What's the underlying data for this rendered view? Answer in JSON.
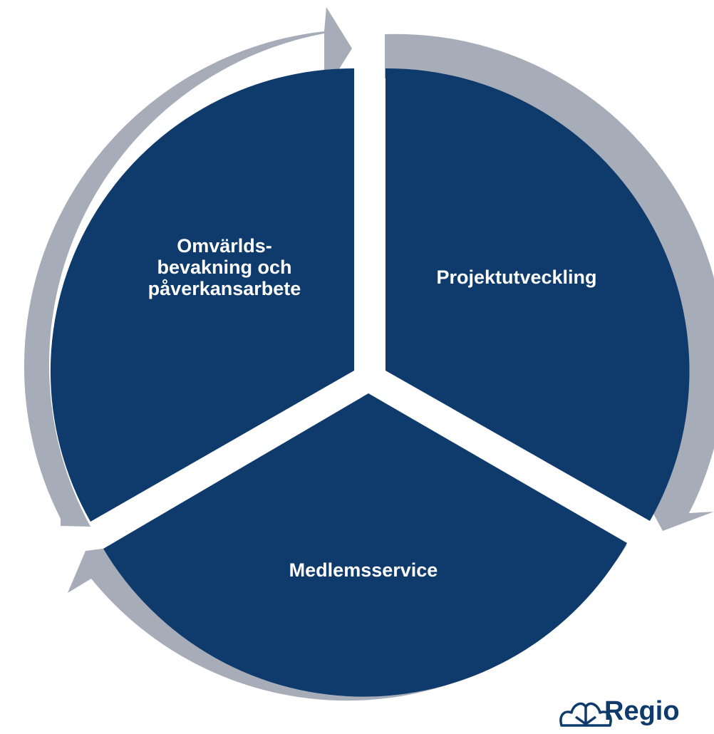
{
  "diagram": {
    "colors": {
      "segment_fill": "#0e3a6c",
      "arrow_fill": "#a7acb9",
      "background": "#ffffff",
      "label_text": "#ffffff",
      "logo": "#0e3a6c"
    },
    "segments": [
      {
        "id": "omvarld",
        "lines": [
          "Omvärlds-",
          "bevakning och",
          "påverkansarbete"
        ]
      },
      {
        "id": "projekt",
        "lines": [
          "Projektutveckling"
        ]
      },
      {
        "id": "medlem",
        "lines": [
          "Medlemsservice"
        ]
      }
    ],
    "arrow_direction": "clockwise"
  },
  "logo": {
    "text": "Regio",
    "icon": "leaf-crown-icon"
  }
}
